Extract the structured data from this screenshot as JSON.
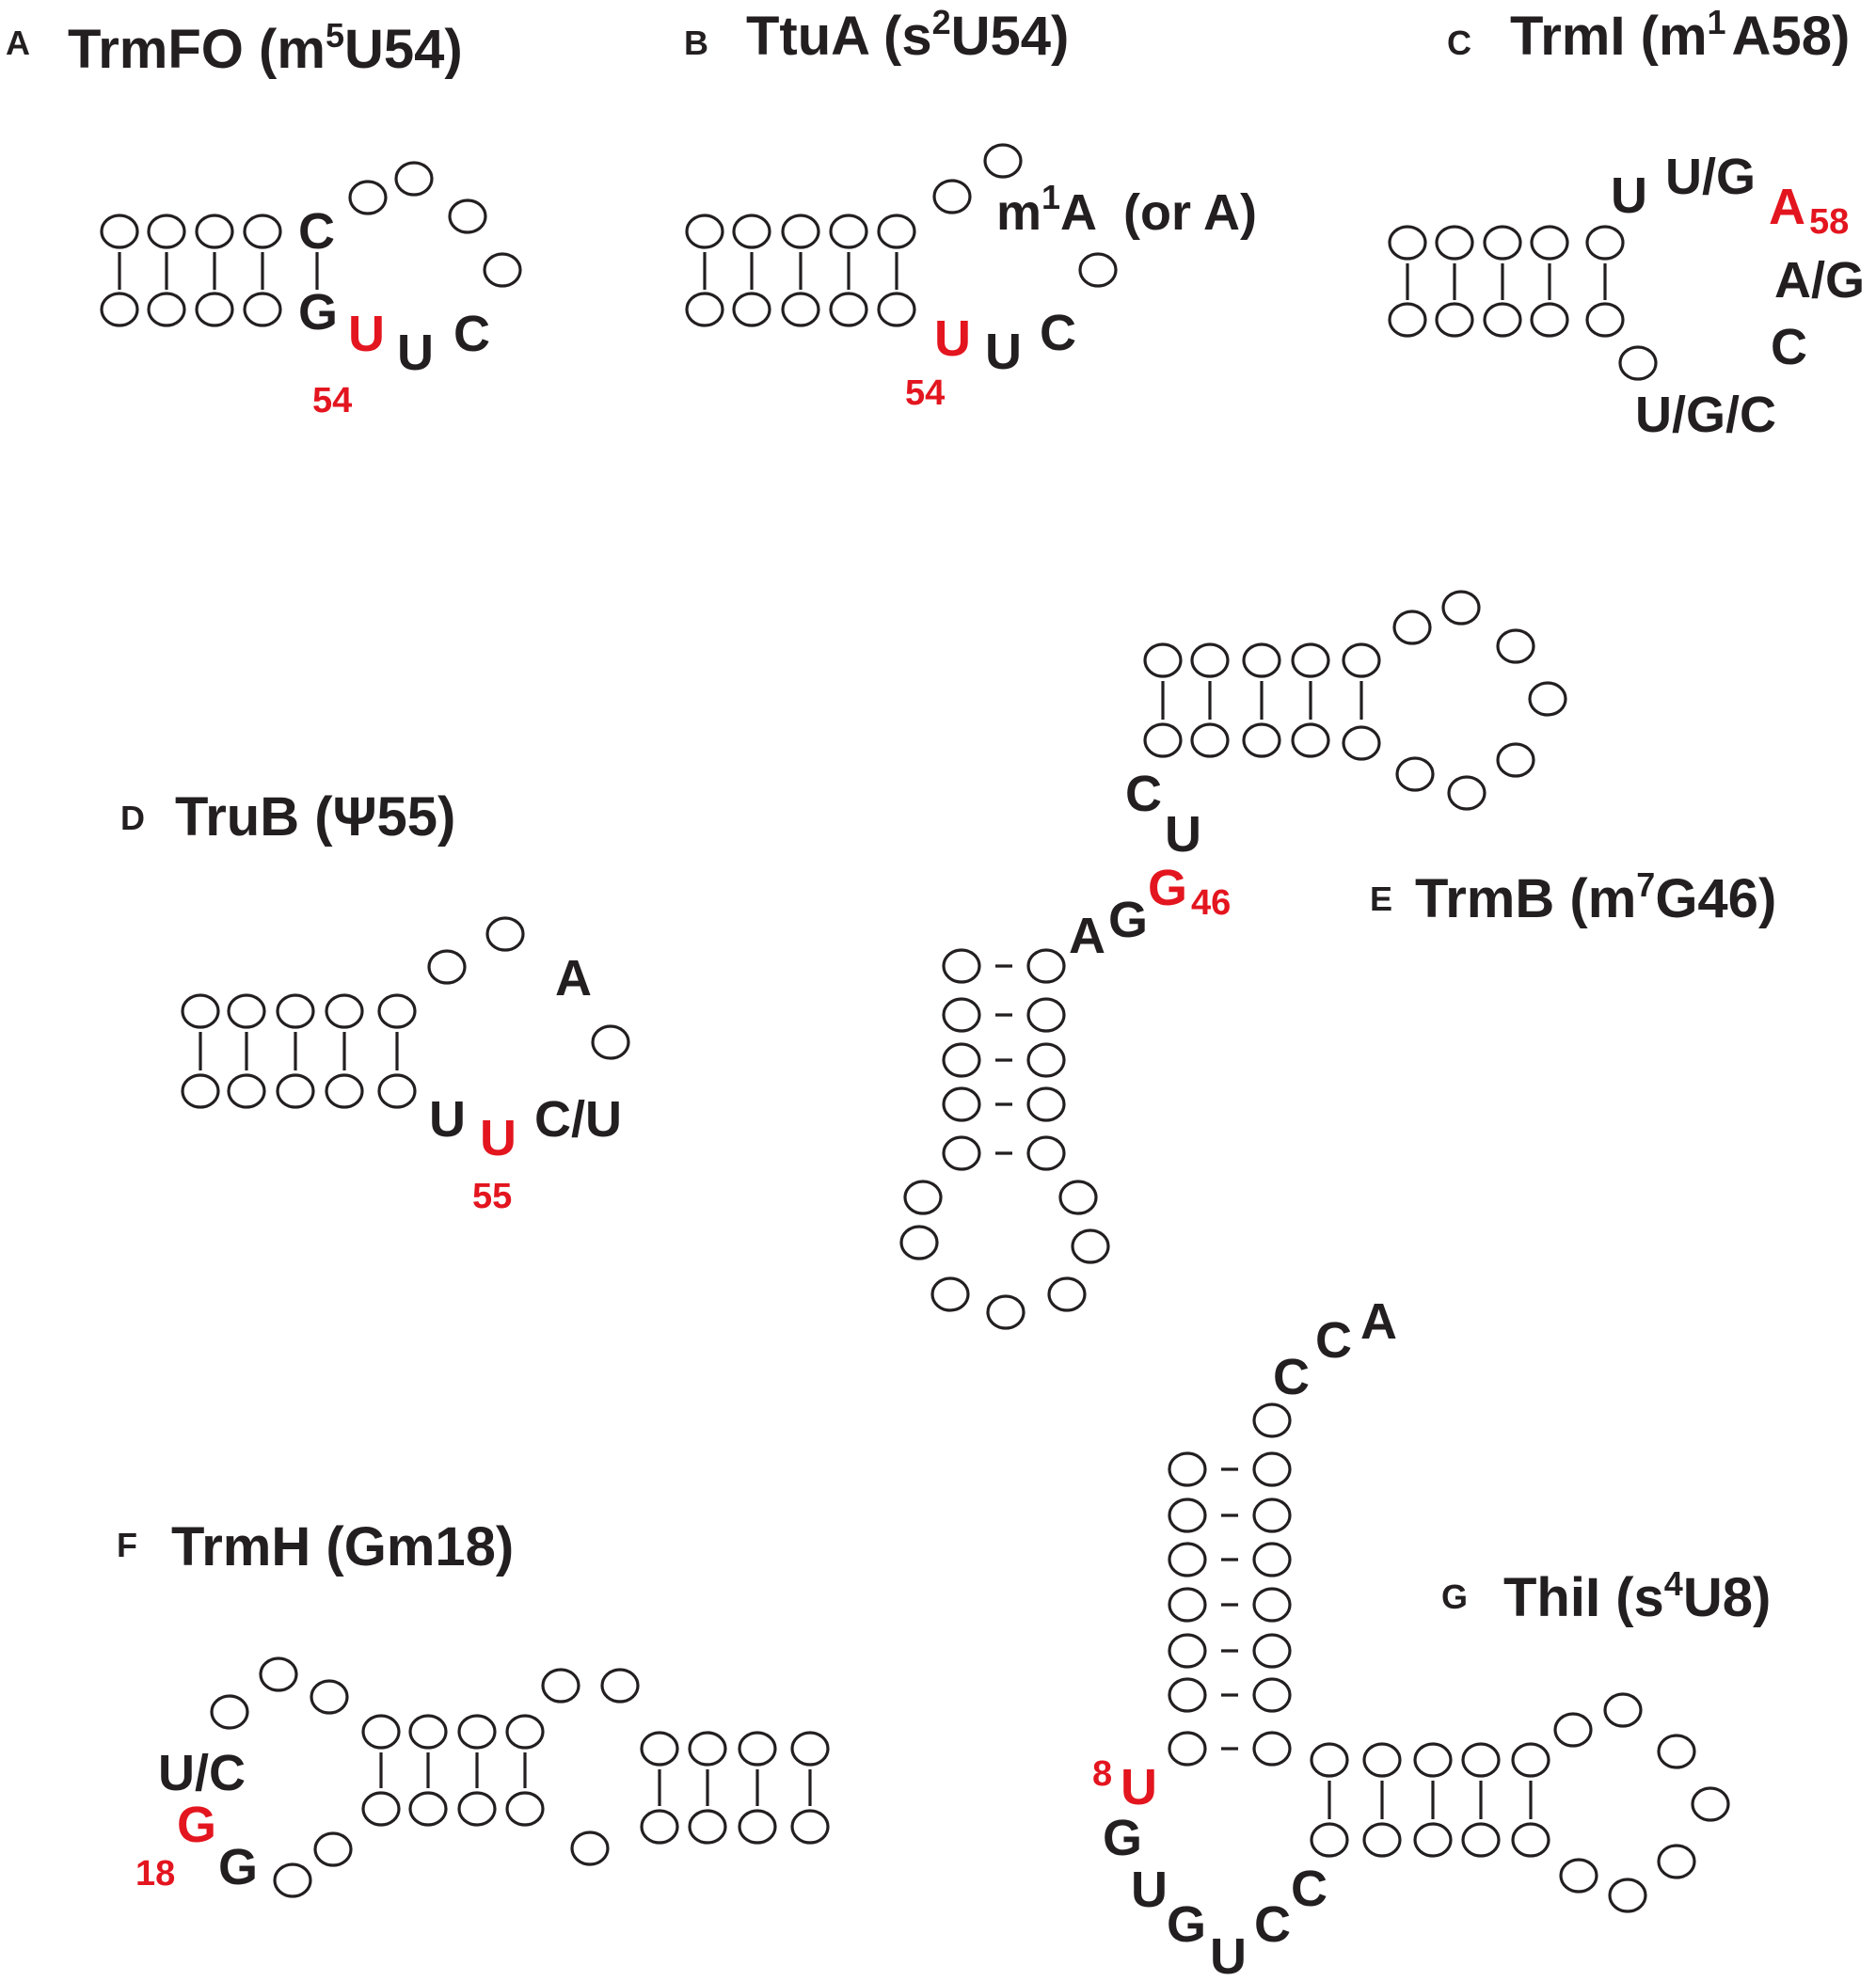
{
  "panels": [
    {
      "letter": "A",
      "enzyme": "TrmFO",
      "mod_prefix": "m",
      "mod_sup": "5",
      "mod_suffix": "U54",
      "nucleotides": [
        "C",
        "G",
        "U",
        "U",
        "C"
      ],
      "position": "54"
    },
    {
      "letter": "B",
      "enzyme": "TtuA",
      "mod_prefix": "s",
      "mod_sup": "2",
      "mod_suffix": "U54",
      "nucleotides": [
        "U",
        "U",
        "C"
      ],
      "position": "54",
      "note_prefix": "m",
      "note_sup": "1",
      "note_suffix": "A  (or A)"
    },
    {
      "letter": "C",
      "enzyme": "TrmI",
      "mod_prefix": "m",
      "mod_sup": "1",
      "mod_suffix": "A58",
      "nucleotides": [
        "U",
        "U/G",
        "A",
        "A/G",
        "C",
        "U/G/C"
      ],
      "position": "58"
    },
    {
      "letter": "D",
      "enzyme": "TruB",
      "mod_prefix": "Ψ",
      "mod_sup": "",
      "mod_suffix": "55",
      "nucleotides": [
        "A",
        "U",
        "U",
        "C/U"
      ],
      "position": "55"
    },
    {
      "letter": "E",
      "enzyme": "TrmB",
      "mod_prefix": "m",
      "mod_sup": "7",
      "mod_suffix": "G46",
      "nucleotides": [
        "C",
        "U",
        "G",
        "A",
        "G"
      ],
      "position": "46"
    },
    {
      "letter": "F",
      "enzyme": "TrmH",
      "mod_prefix": "",
      "mod_sup": "",
      "mod_suffix": "Gm18",
      "nucleotides": [
        "U/C",
        "G",
        "G"
      ],
      "position": "18"
    },
    {
      "letter": "G",
      "enzyme": "ThiI",
      "mod_prefix": "s",
      "mod_sup": "4",
      "mod_suffix": "U8",
      "nucleotides": [
        "C",
        "C",
        "A",
        "U",
        "G",
        "U",
        "G",
        "U",
        "C",
        "C"
      ],
      "position": "8"
    }
  ]
}
